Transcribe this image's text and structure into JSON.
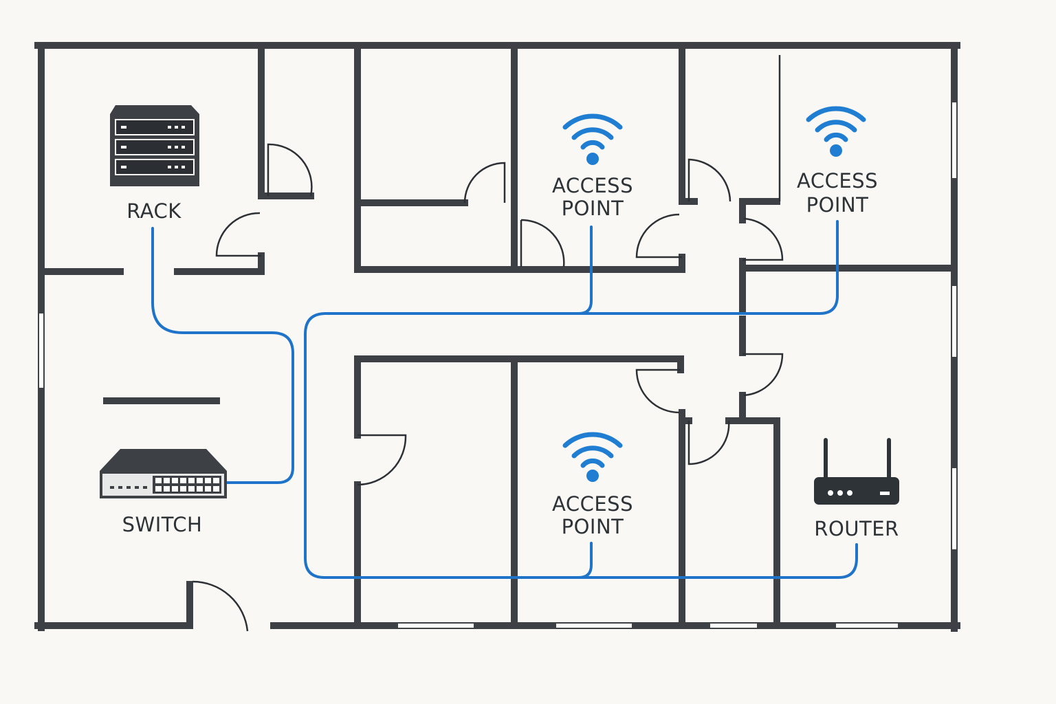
{
  "devices": {
    "rack": {
      "label": "RACK",
      "icon": "server-rack-icon"
    },
    "switch": {
      "label": "SWITCH",
      "icon": "network-switch-icon"
    },
    "router": {
      "label": "ROUTER",
      "icon": "router-icon"
    },
    "access_points": [
      {
        "line1": "ACCESS",
        "line2": "POINT",
        "icon": "wifi-icon"
      },
      {
        "line1": "ACCESS",
        "line2": "POINT",
        "icon": "wifi-icon"
      },
      {
        "line1": "ACCESS",
        "line2": "POINT",
        "icon": "wifi-icon"
      }
    ]
  },
  "colors": {
    "wall": "#3d4145",
    "cable": "#1f74c9",
    "wifi": "#1f7ed1",
    "background": "#f9f8f4"
  }
}
